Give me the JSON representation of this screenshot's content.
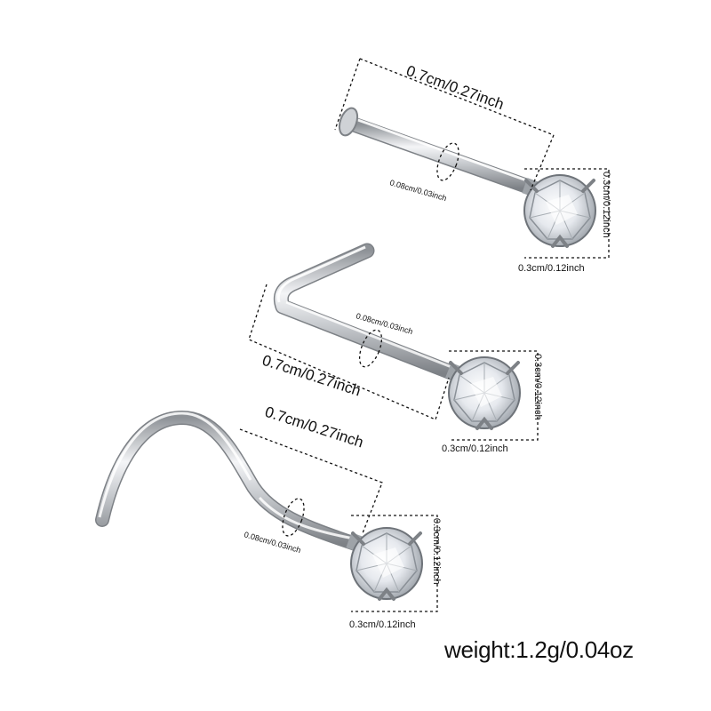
{
  "product": {
    "items": [
      {
        "style": "straight-bone",
        "length_label": "0.7cm/0.27inch",
        "gauge_label": "0.08cm/0.03inch",
        "gem_height_label": "0.3cm/0.12inch",
        "gem_width_label": "0.3cm/0.12inch"
      },
      {
        "style": "l-shape",
        "length_label": "0.7cm/0.27inch",
        "gauge_label": "0.08cm/0.03inch",
        "gem_height_label": "0.3cm/0.12inch",
        "gem_width_label": "0.3cm/0.12inch"
      },
      {
        "style": "screw",
        "length_label": "0.7cm/0.27inch",
        "gauge_label": "0.08cm/0.03inch",
        "gem_height_label": "0.3cm/0.12inch",
        "gem_width_label": "0.3cm/0.12inch"
      }
    ],
    "weight_label": "weight:1.2g/0.04oz"
  },
  "colors": {
    "metal_dark": "#8e9297",
    "metal_light": "#f2f3f5",
    "gem": "#dfe3e8",
    "dim_line": "#111111"
  }
}
